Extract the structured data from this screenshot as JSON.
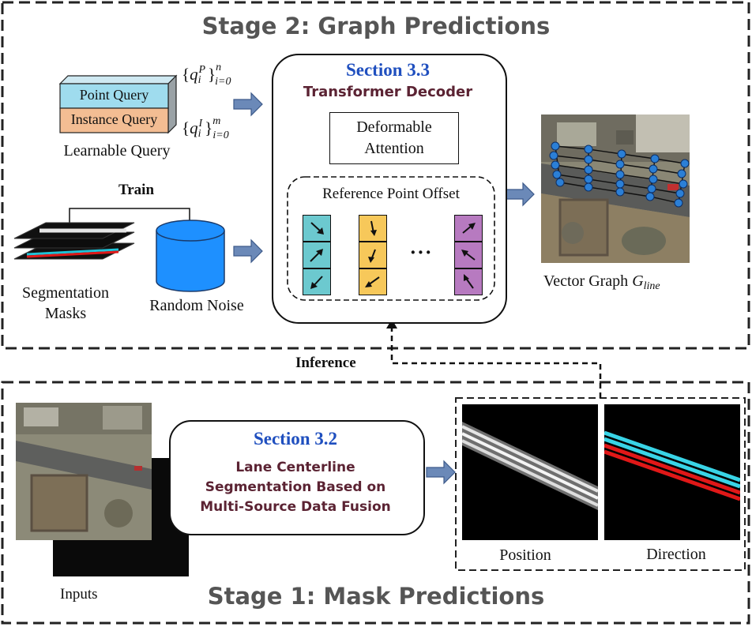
{
  "stage2": {
    "title": "Stage 2: Graph Predictions"
  },
  "stage1": {
    "title": "Stage 1: Mask Predictions"
  },
  "query": {
    "point_label": "Point Query",
    "instance_label": "Instance Query",
    "caption": "Learnable Query",
    "point_set": "{q_i^P}_{i=0}^n",
    "instance_set": "{q_i^I}_{i=0}^m"
  },
  "train_label": "Train",
  "inference_label": "Inference",
  "segmentation_caption_line1": "Segmentation",
  "segmentation_caption_line2": "Masks",
  "noise_caption": "Random Noise",
  "decoder": {
    "section": "Section 3.3",
    "title": "Transformer Decoder",
    "attention_line1": "Deformable",
    "attention_line2": "Attention",
    "offset_title": "Reference Point Offset",
    "ellipsis": "···",
    "colors": {
      "cyan": "#6cc9cf",
      "yellow": "#f7c85a",
      "purple": "#b77ac0"
    }
  },
  "vector_graph": {
    "caption": "Vector Graph ",
    "symbol": "G",
    "subscript": "line"
  },
  "segmentation_module": {
    "section": "Section 3.2",
    "line1": "Lane Centerline",
    "line2": "Segmentation Based on",
    "line3": "Multi-Source Data Fusion"
  },
  "inputs_caption": "Inputs",
  "outputs": {
    "position": "Position",
    "direction": "Direction"
  },
  "colors": {
    "arrow_fill": "#6b89b8",
    "arrow_stroke": "#3d5a8a",
    "noise_blue": "#1e90ff",
    "node_blue": "#2b7fd6"
  }
}
